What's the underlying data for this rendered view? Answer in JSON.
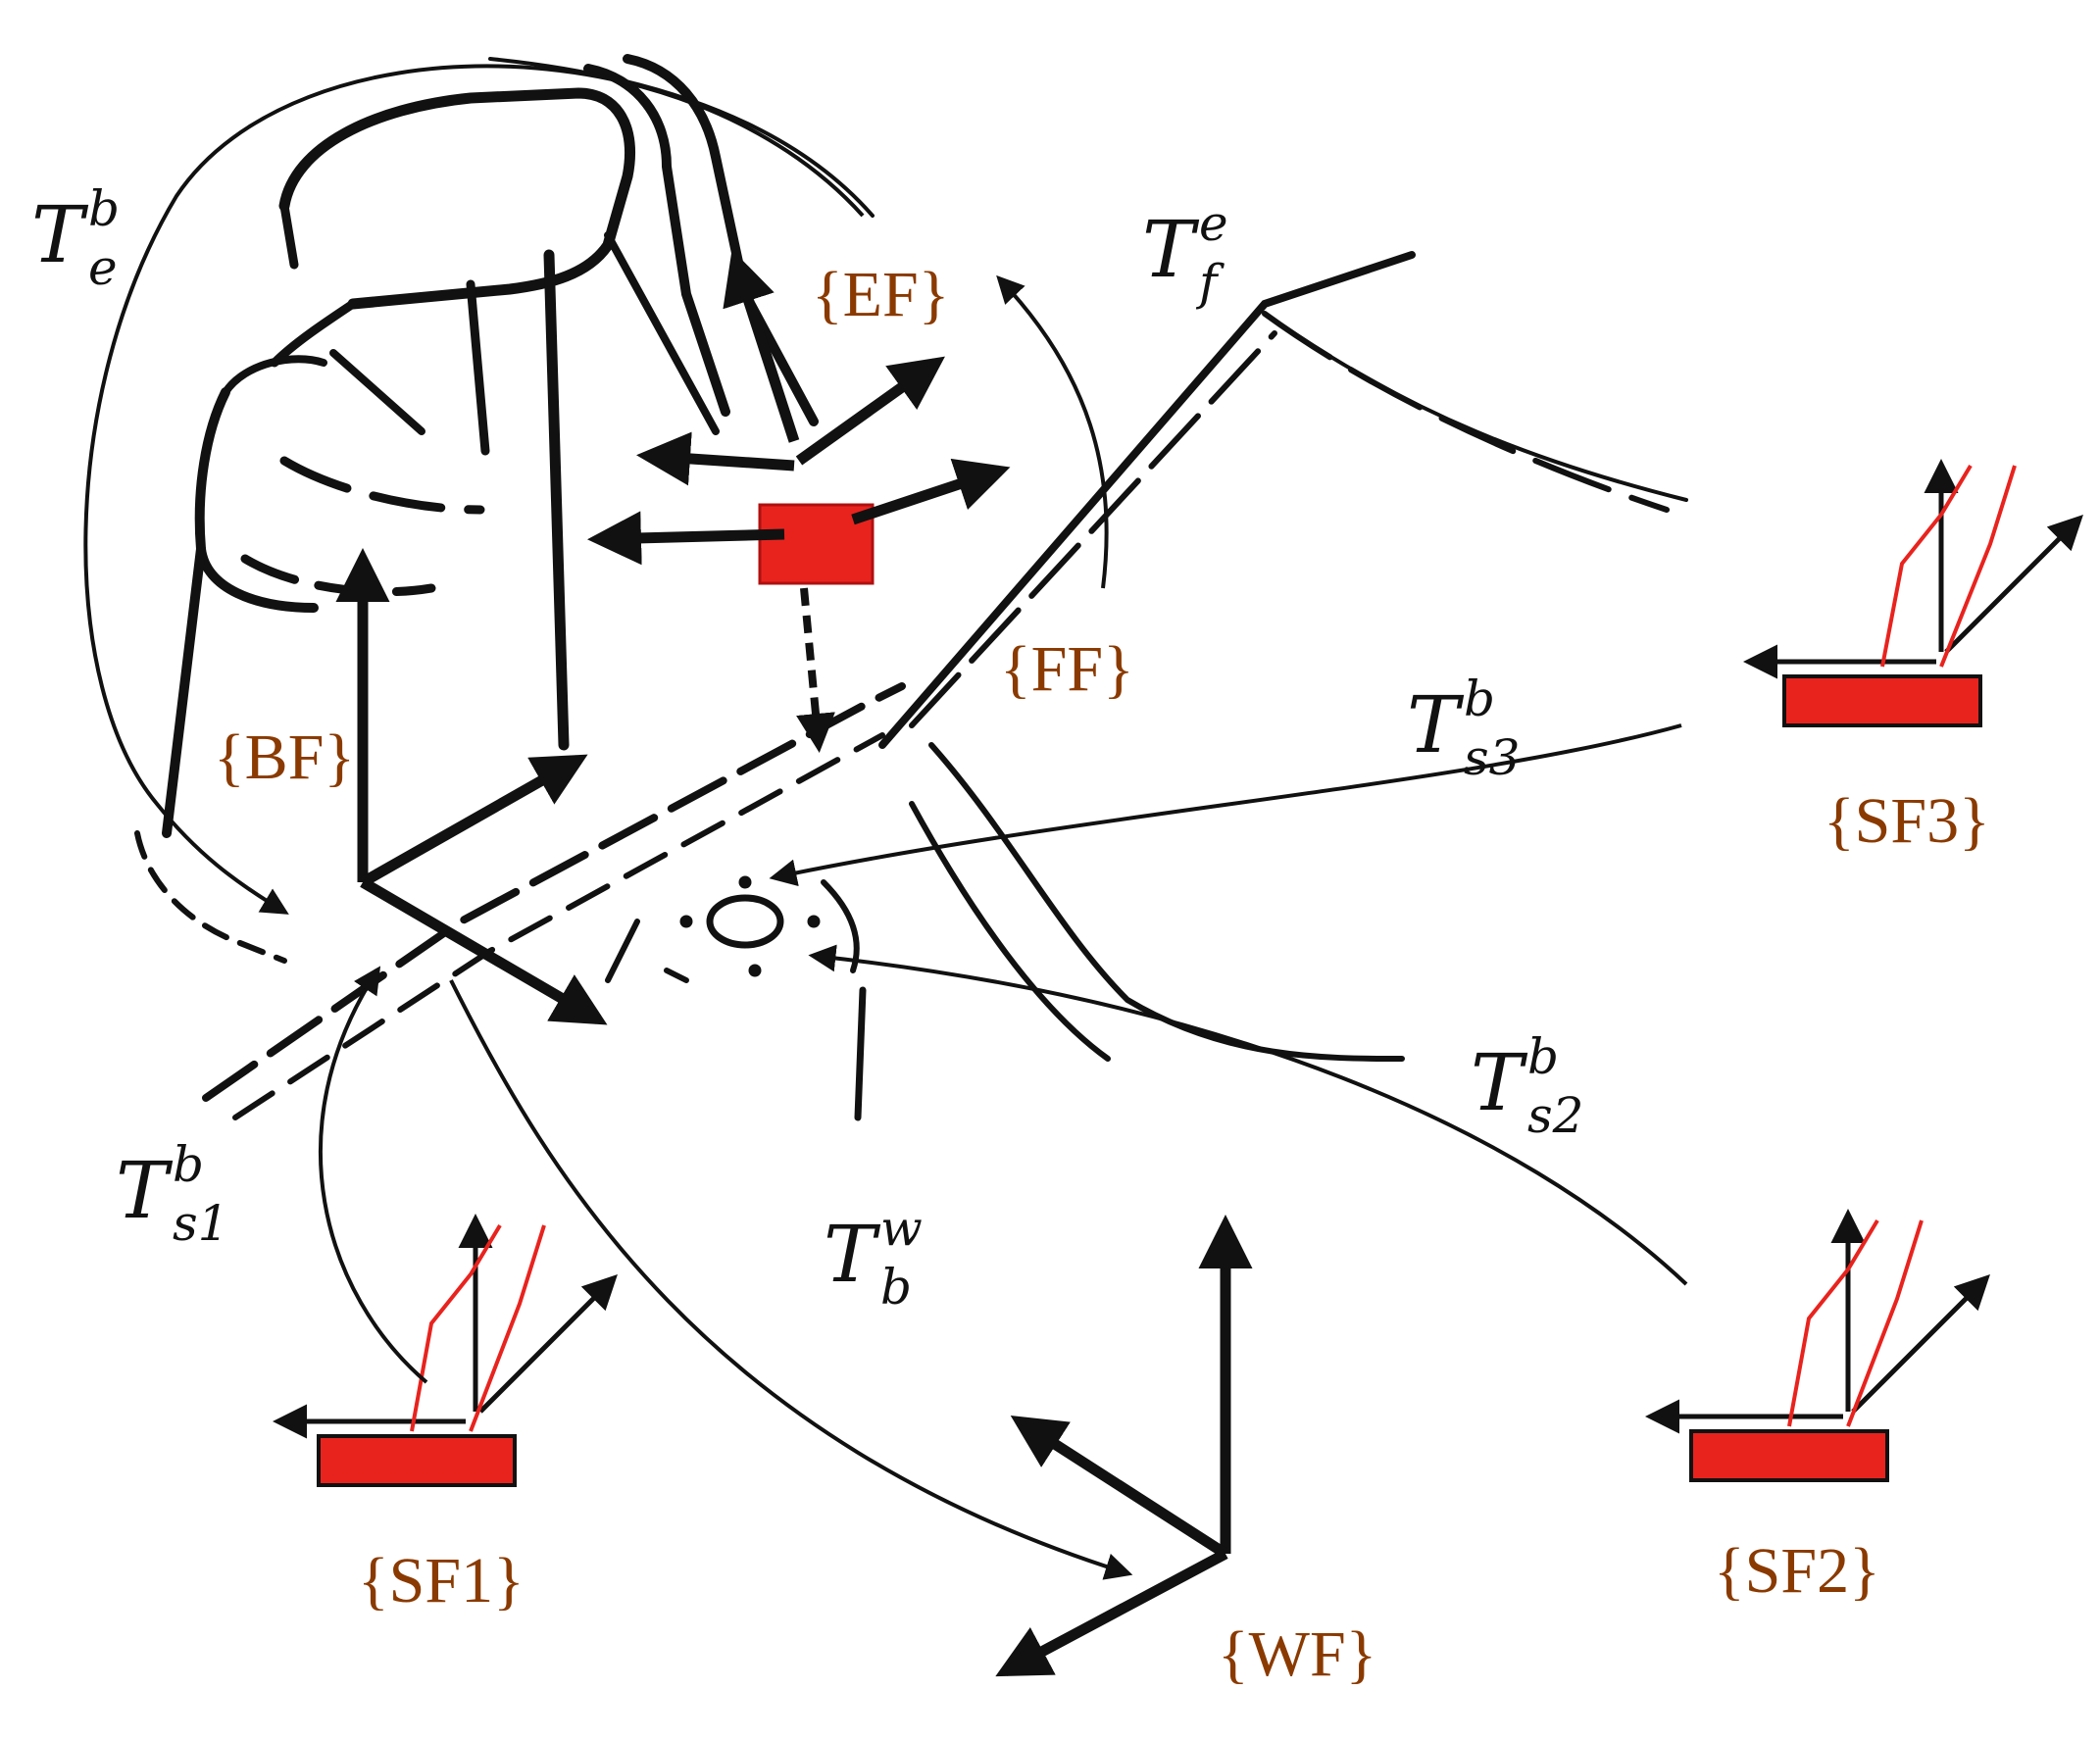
{
  "frames": {
    "ef": "{EF}",
    "ff": "{FF}",
    "bf": "{BF}",
    "sf1": "{SF1}",
    "sf2": "{SF2}",
    "sf3": "{SF3}",
    "wf": "{WF}"
  },
  "transforms": {
    "te_b": {
      "base": "T",
      "sup": "b",
      "sub": "e"
    },
    "tf_e": {
      "base": "T",
      "sup": "e",
      "sub": "f"
    },
    "ts3_b": {
      "base": "T",
      "sup": "b",
      "sub": "s3"
    },
    "ts2_b": {
      "base": "T",
      "sup": "b",
      "sub": "s2"
    },
    "ts1_b": {
      "base": "T",
      "sup": "b",
      "sub": "s1"
    },
    "tb_w": {
      "base": "T",
      "sup": "w",
      "sub": "b"
    }
  },
  "colors": {
    "ink": "#111111",
    "sensor_red": "#e8231e",
    "label_brown": "#8a3a00"
  }
}
